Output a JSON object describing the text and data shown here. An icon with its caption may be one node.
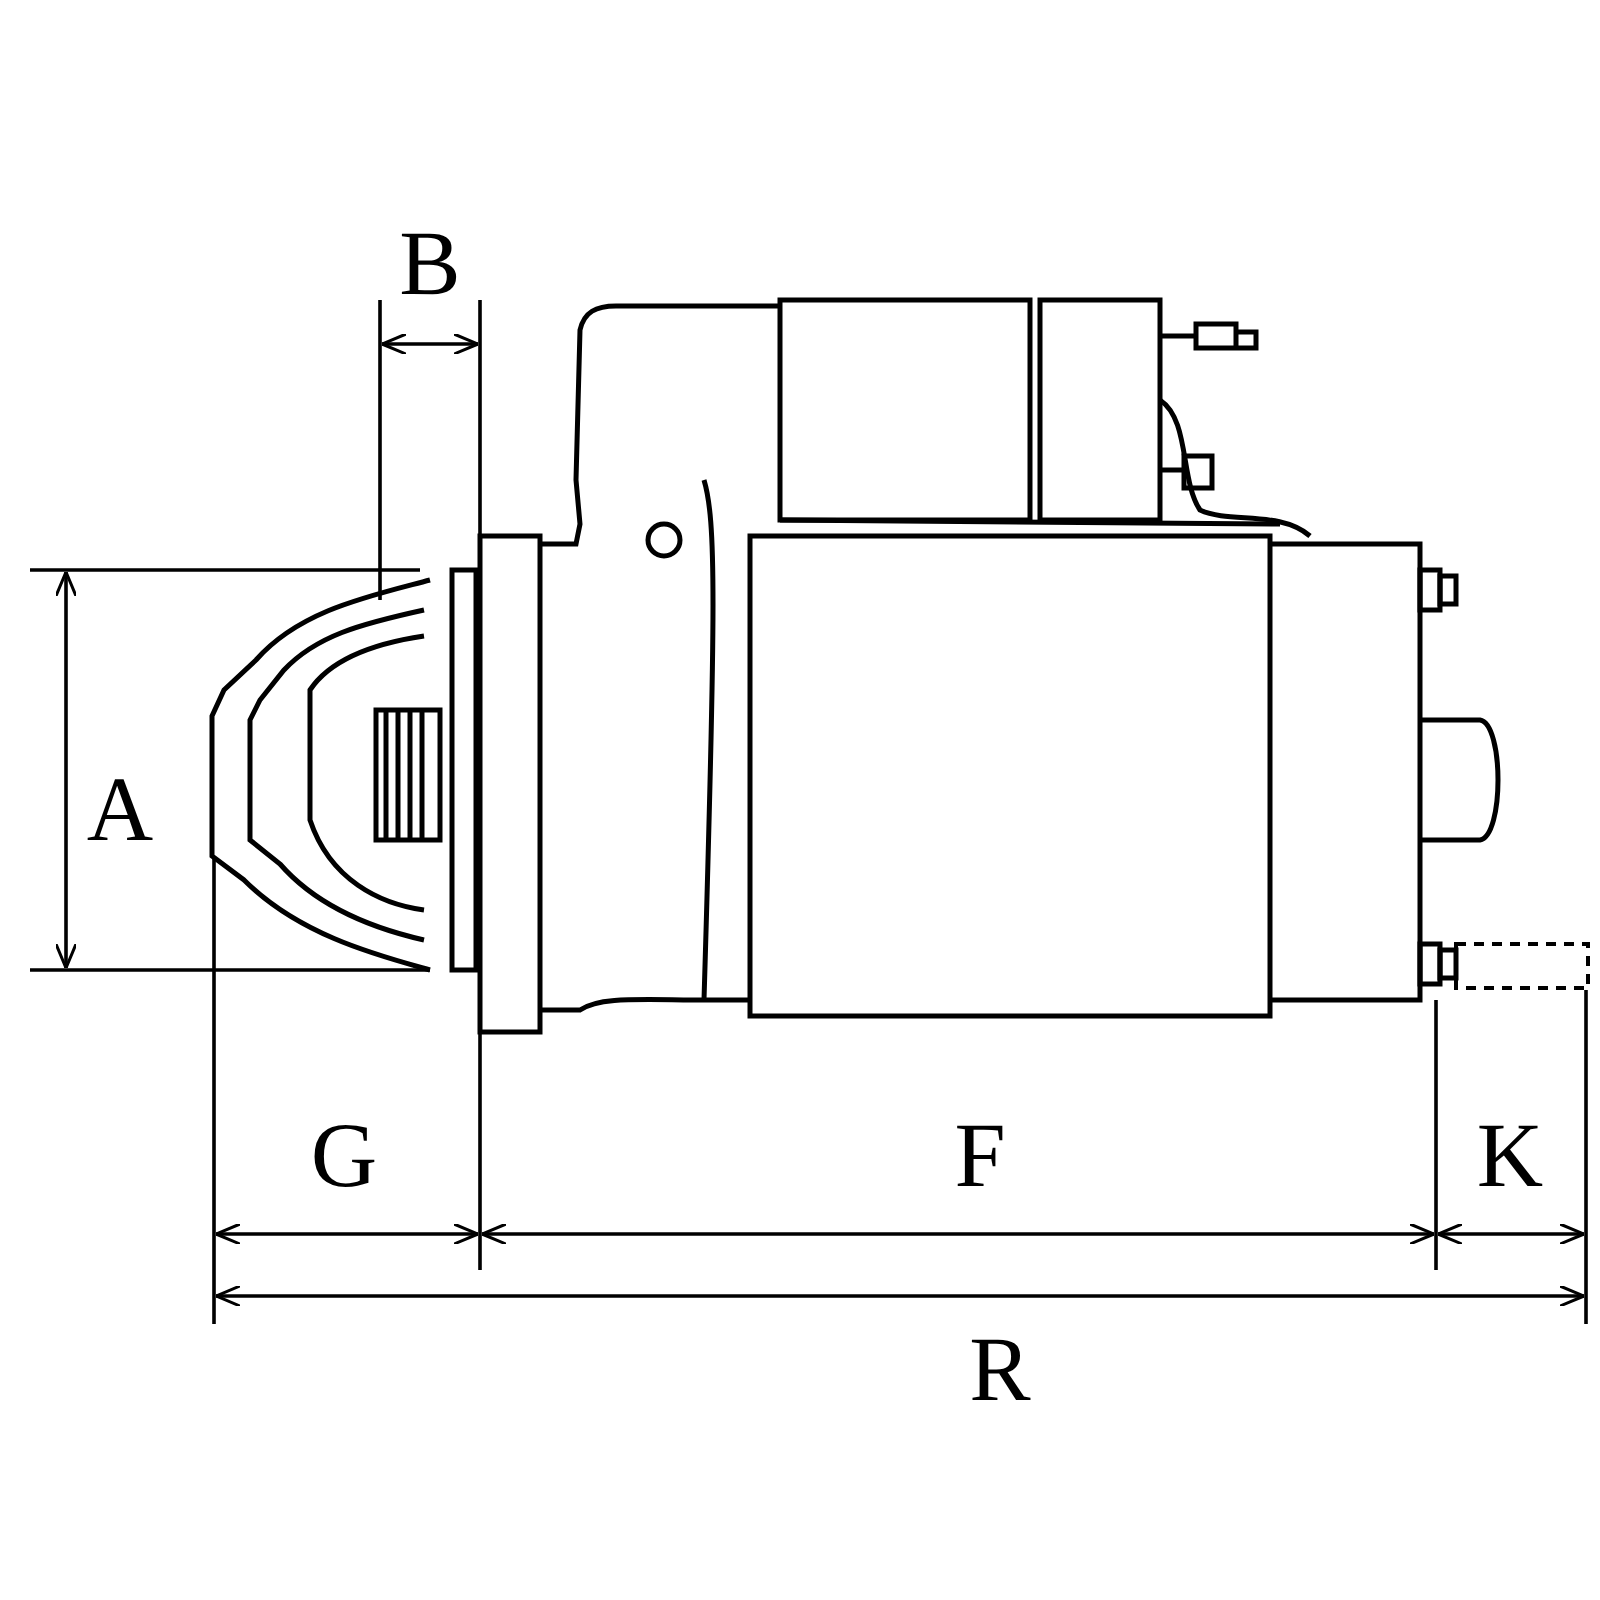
{
  "diagram": {
    "labels": [
      "B",
      "A",
      "G",
      "F",
      "K",
      "R"
    ]
  }
}
